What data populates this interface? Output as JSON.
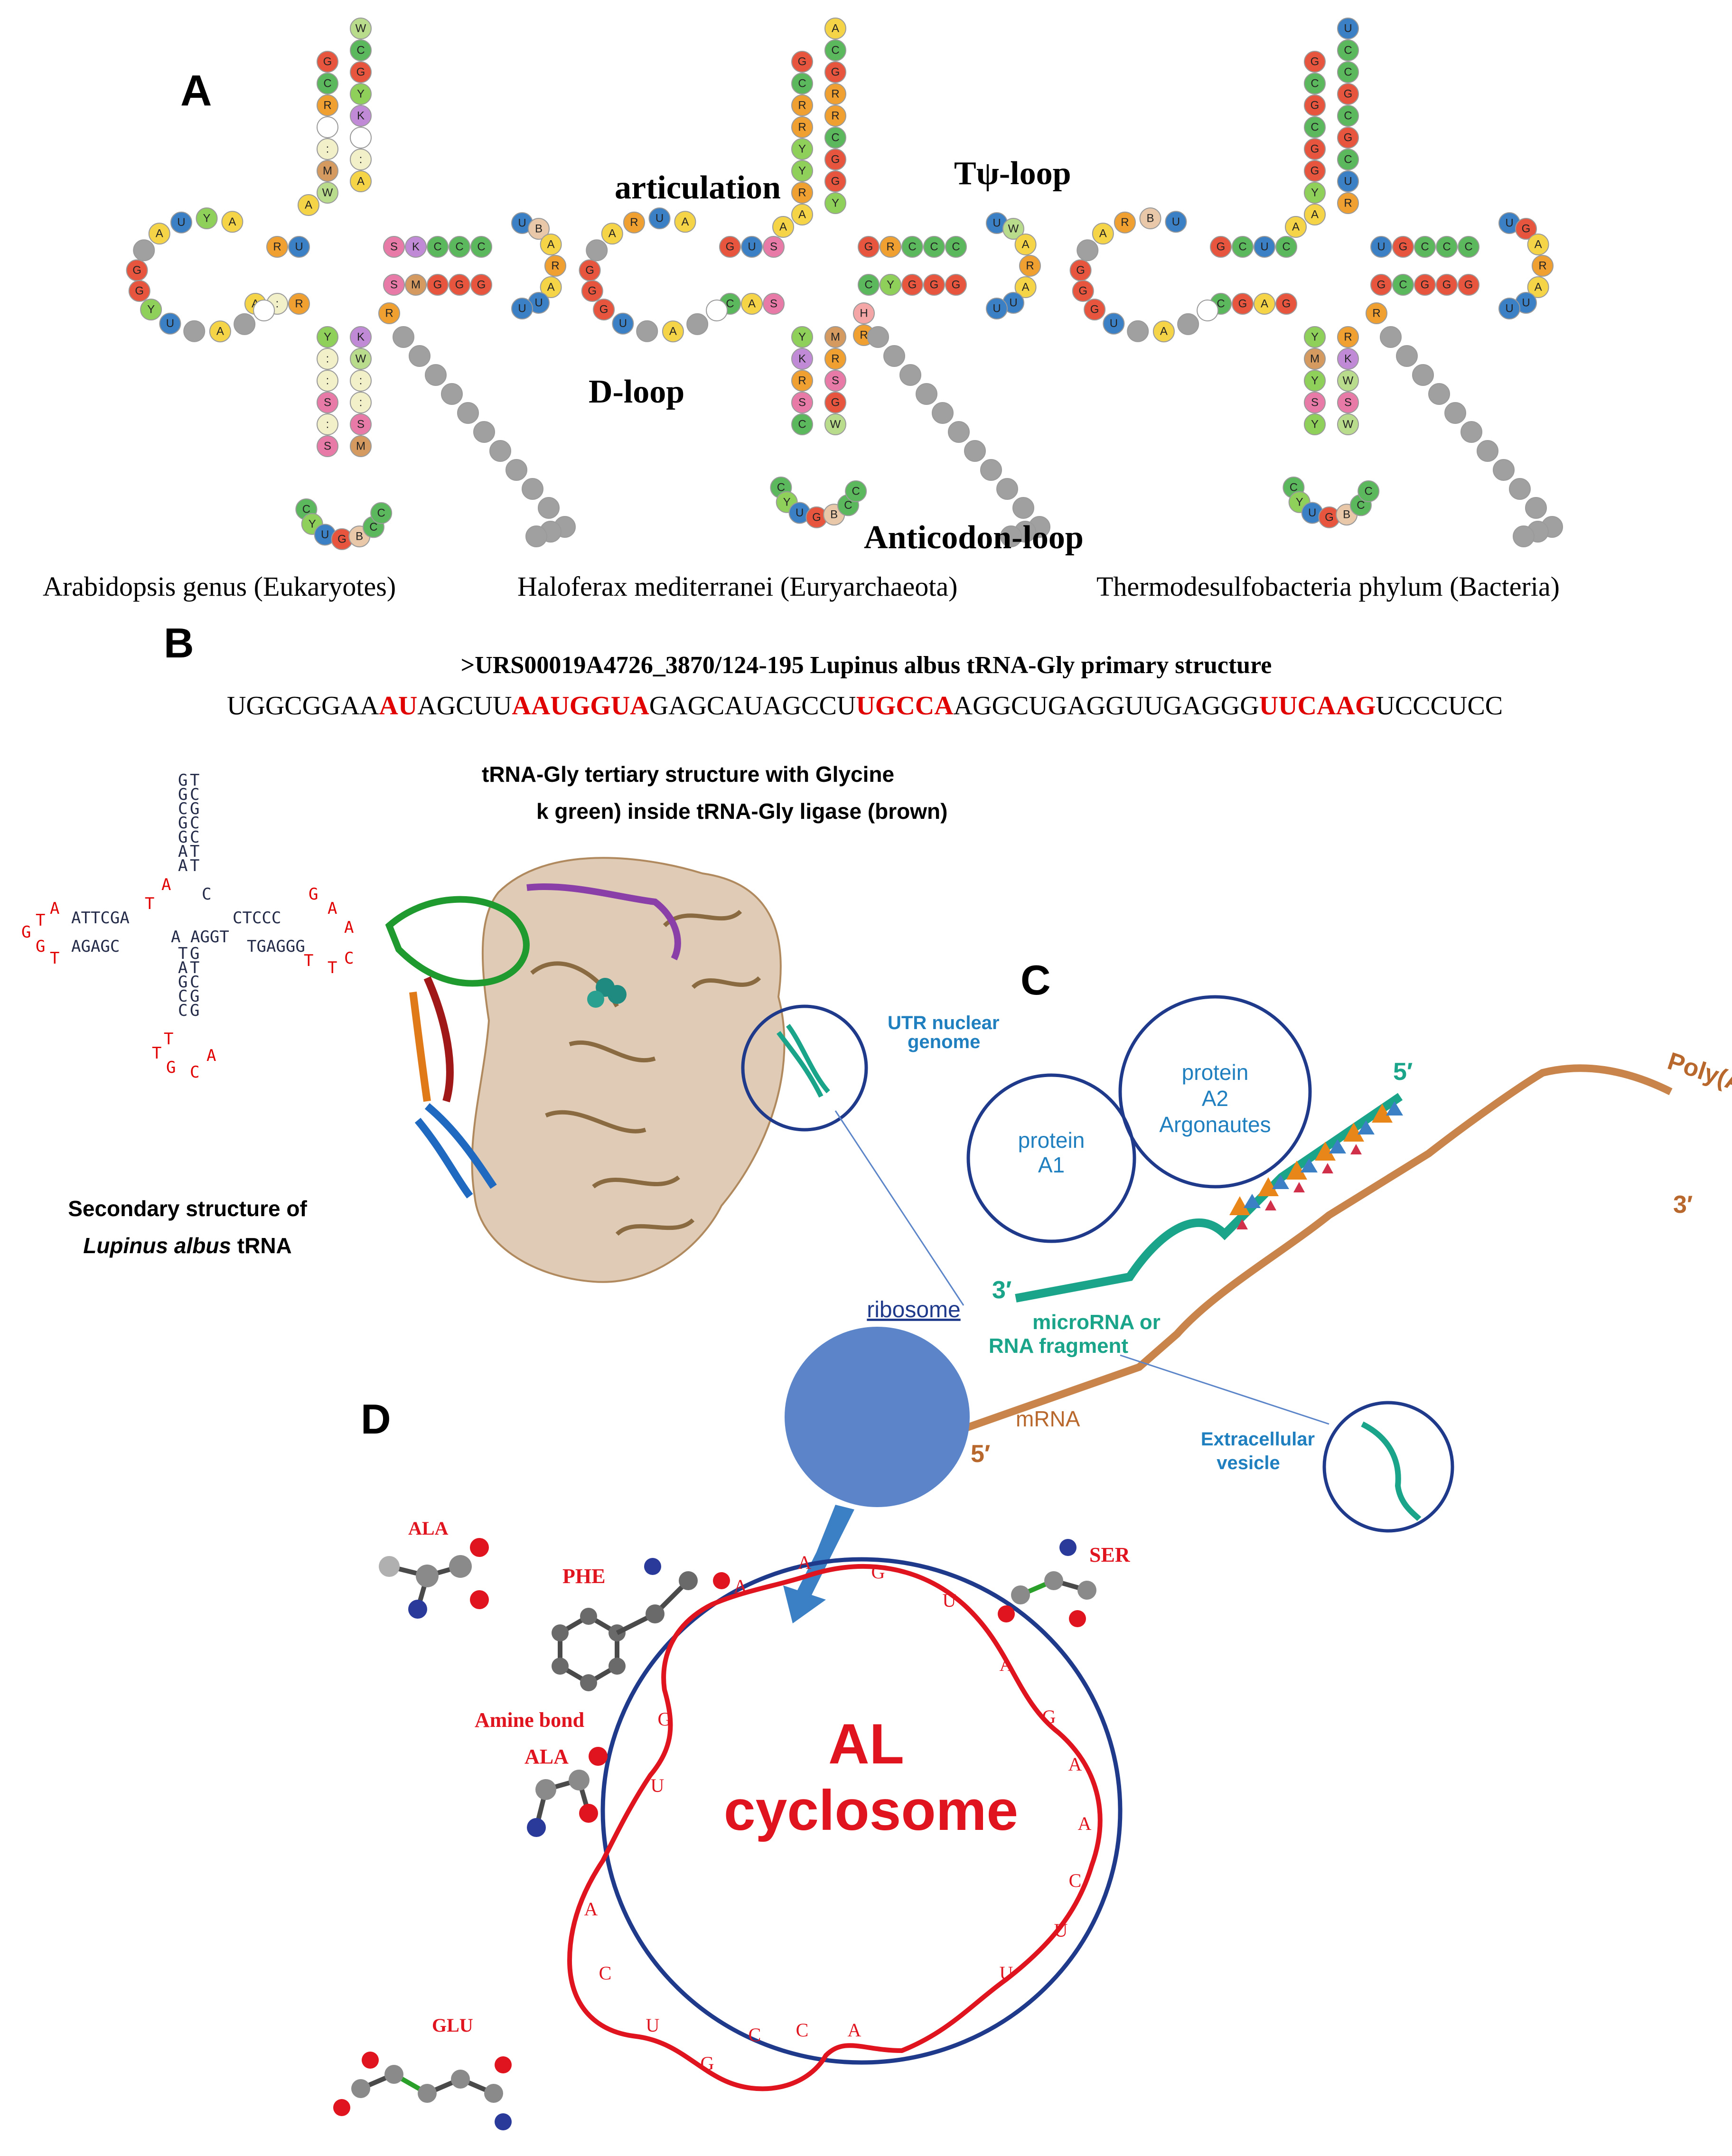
{
  "panelA": {
    "letter": "A",
    "labels": {
      "articulation": "articulation",
      "tpsi": "Tψ-loop",
      "dloop": "D-loop",
      "anticodon": "Anticodon-loop"
    },
    "captions": [
      "Arabidopsis genus (Eukaryotes)",
      "Haloferax mediterranei (Euryarchaeota)",
      "Thermodesulfobacteria phylum (Bacteria)"
    ],
    "nucleotide_colors": {
      "A": "#f5d547",
      "C": "#5cb85c",
      "G": "#e8553e",
      "U": "#3b7fc4",
      "R": "#f0a030",
      "Y": "#8fd05a",
      "K": "#c08ad6",
      "M": "#d49a60",
      "S": "#e87aa8",
      "W": "#b8dc8c",
      "B": "#e8c8a8",
      "H": "#f4a6a6",
      "gap": "#a0a0a0",
      "pair": "#f2f0c8"
    },
    "structures": [
      {
        "acceptor5": [
          "G",
          "C",
          "R",
          "",
          ":",
          "M",
          "W"
        ],
        "acceptor3": [
          "W",
          "C",
          "G",
          "Y",
          "K",
          "",
          ":",
          "A"
        ],
        "tail": [
          "A"
        ],
        "dstem5": [
          "U",
          "R"
        ],
        "dloop": [
          "A",
          "Y",
          "U",
          "A",
          "-",
          "G",
          "G",
          "Y",
          "U",
          "-",
          "A",
          "-",
          ""
        ],
        "dstem3": [
          "R",
          ":",
          "A"
        ],
        "tstem5": [
          "S",
          "K",
          "C",
          "C",
          "C"
        ],
        "tloop": [
          "U",
          "B",
          "A",
          "R",
          "A",
          "U",
          "U"
        ],
        "tstem3": [
          "S",
          "M",
          "G",
          "G",
          "G"
        ],
        "astem5": [
          "Y",
          ":",
          ":",
          "S",
          ":",
          "S"
        ],
        "aloop": [
          "C",
          "Y",
          "U",
          "G",
          "B",
          "C",
          "C"
        ],
        "astem3": [
          "M",
          "S",
          ":",
          ":",
          "W",
          "K"
        ],
        "variable": [
          "R"
        ]
      },
      {
        "acceptor5": [
          "G",
          "C",
          "R",
          "R",
          "Y",
          "Y",
          "R",
          "A"
        ],
        "acceptor3": [
          "A",
          "C",
          "G",
          "R",
          "R",
          "C",
          "G",
          "G",
          "Y"
        ],
        "tail": [
          "A"
        ],
        "dstem5": [
          "S",
          "U",
          "G"
        ],
        "dloop": [
          "A",
          "U",
          "R",
          "A",
          "-",
          "G",
          "G",
          "G",
          "U",
          "-",
          "A",
          "-",
          ""
        ],
        "dstem3": [
          "S",
          "A",
          "C"
        ],
        "tstem5": [
          "G",
          "R",
          "C",
          "C",
          "C"
        ],
        "tloop": [
          "U",
          "W",
          "A",
          "R",
          "A",
          "U",
          "U"
        ],
        "tstem3": [
          "C",
          "Y",
          "G",
          "G",
          "G"
        ],
        "astem5": [
          "Y",
          "K",
          "R",
          "S",
          "C"
        ],
        "aloop": [
          "C",
          "Y",
          "U",
          "G",
          "B",
          "C",
          "C"
        ],
        "astem3": [
          "W",
          "G",
          "S",
          "R",
          "M"
        ],
        "variable": [
          "H",
          "R"
        ]
      },
      {
        "acceptor5": [
          "G",
          "C",
          "G",
          "C",
          "G",
          "G",
          "Y",
          "A"
        ],
        "acceptor3": [
          "U",
          "C",
          "C",
          "G",
          "C",
          "G",
          "C",
          "U",
          "R"
        ],
        "tail": [
          "A"
        ],
        "dstem5": [
          "C",
          "U",
          "C",
          "G"
        ],
        "dloop": [
          "U",
          "B",
          "R",
          "A",
          "-",
          "G",
          "G",
          "G",
          "U",
          "-",
          "A",
          "-",
          ""
        ],
        "dstem3": [
          "G",
          "A",
          "G",
          "C"
        ],
        "tstem5": [
          "U",
          "G",
          "C",
          "C",
          "C"
        ],
        "tloop": [
          "U",
          "G",
          "A",
          "R",
          "A",
          "U",
          "U"
        ],
        "tstem3": [
          "G",
          "C",
          "G",
          "G",
          "G"
        ],
        "astem5": [
          "Y",
          "M",
          "Y",
          "S",
          "Y"
        ],
        "aloop": [
          "C",
          "Y",
          "U",
          "G",
          "B",
          "C",
          "C"
        ],
        "astem3": [
          "W",
          "S",
          "W",
          "K",
          "R"
        ],
        "variable": [
          "R"
        ]
      }
    ]
  },
  "panelB": {
    "letter": "B",
    "header": ">URS00019A4726_3870/124-195 Lupinus albus tRNA-Gly primary structure",
    "sequence": [
      {
        "t": "UGGCGGAA",
        "red": false
      },
      {
        "t": "AU",
        "red": true
      },
      {
        "t": "AGCUU",
        "red": false
      },
      {
        "t": "AAUGGUA",
        "red": true
      },
      {
        "t": "GAGCAUAGCCU",
        "red": false
      },
      {
        "t": "UGCCA",
        "red": true
      },
      {
        "t": "AGGCUGAGGUUGAGGG",
        "red": false
      },
      {
        "t": "UUCAAG",
        "red": true
      },
      {
        "t": "UCCCUCC",
        "red": false
      }
    ],
    "secondary_caption_line1": "Secondary structure of",
    "secondary_caption_line2_italic": "Lupinus albus",
    "secondary_caption_line2_rest": " tRNA",
    "tertiary_title_line1": "tRNA-Gly tertiary structure with Glycine",
    "tertiary_title_line2": "k green) inside tRNA-Gly ligase (brown)",
    "cloverleaf": {
      "stem_left_col": [
        "G",
        "G",
        "C",
        "G",
        "G",
        "A",
        "A"
      ],
      "stem_right_col": [
        "T",
        "C",
        "G",
        "C",
        "C",
        "T",
        "T"
      ],
      "top_right_c": "C",
      "t_a_left": "A",
      "t_a_right": "T",
      "left_arm_top": "ATTCGA",
      "left_arm_bottom": "AGAGC",
      "left_loop": [
        "A",
        "T",
        "G",
        "G",
        "T"
      ],
      "right_arm_top": "CTCCC",
      "right_arm_bottom": "TGAGGG",
      "right_loop": [
        "G",
        "A",
        "A",
        "C",
        "T",
        "T"
      ],
      "center_top": "A AGGT",
      "anticodon_left_col": [
        "T",
        "A",
        "G",
        "C",
        "C"
      ],
      "anticodon_right_col": [
        "G",
        "T",
        "C",
        "G",
        "G"
      ],
      "anticodon_loop": [
        "T",
        "T",
        "G",
        "C",
        "A"
      ]
    }
  },
  "panelC": {
    "letter": "C",
    "utr_label_line1": "UTR nuclear",
    "utr_label_line2": "genome",
    "protein_a1_line1": "protein",
    "protein_a1_line2": "A1",
    "protein_a2_line1": "protein",
    "protein_a2_line2": "A2",
    "protein_a2_line3": "Argonautes",
    "five_prime": "5′",
    "three_prime": "3′",
    "poly_a": "Poly(A)",
    "three_prime_mrna": "3′",
    "ribosome": "ribosome",
    "microrna_line1": "microRNA or",
    "microrna_line2": "RNA fragment",
    "mrna": "mRNA",
    "five_prime_mrna": "5′",
    "ev_line1": "Extracellular",
    "ev_line2": "vesicle"
  },
  "panelD": {
    "letter": "D",
    "title_line1": "AL",
    "title_line2": "cyclosome",
    "amino_labels": {
      "ala_top": "ALA",
      "phe": "PHE",
      "ser": "SER",
      "amine_bond": "Amine bond",
      "ala_mid": "ALA",
      "glu": "GLU"
    },
    "ring_letters": [
      "A",
      "G",
      "U",
      "A",
      "G",
      "A",
      "A",
      "C",
      "U",
      "U",
      "A",
      "C",
      "C",
      "G",
      "U",
      "C",
      "A",
      "U",
      "G",
      "A"
    ]
  },
  "colors": {
    "red": "#e0141e",
    "blue_dark": "#1f3a8a",
    "ribosome": "#5b85c8",
    "teal": "#1aa58a",
    "mrna_brown": "#c8844a",
    "panelB_red": "#e00000"
  }
}
